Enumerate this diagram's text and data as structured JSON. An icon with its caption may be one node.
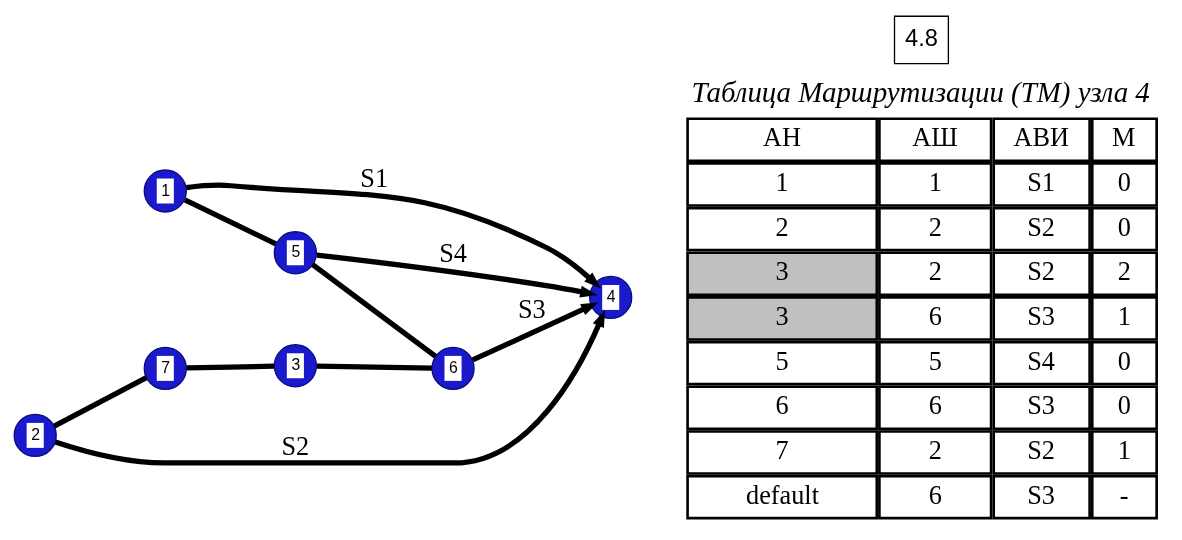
{
  "diagram": {
    "nodes": [
      {
        "text": [
          "1"
        ]
      },
      {
        "text": [
          "2"
        ]
      },
      {
        "text": [
          "3"
        ]
      },
      {
        "text": [
          "4"
        ]
      },
      {
        "text": [
          "5"
        ]
      },
      {
        "text": [
          "6"
        ]
      },
      {
        "text": [
          "7"
        ]
      }
    ],
    "edges": [
      {
        "from": 0,
        "to": 3,
        "arrow": "to",
        "label": "S1"
      },
      {
        "from": 1,
        "to": 3,
        "arrow": "to",
        "label": "S2"
      },
      {
        "from": 5,
        "to": 3,
        "arrow": "to",
        "label": "S3"
      },
      {
        "from": 4,
        "to": 3,
        "arrow": "to",
        "label": "S4"
      },
      {
        "from": 0,
        "to": 4,
        "arrow": "none"
      },
      {
        "from": 1,
        "to": 6,
        "arrow": "none"
      },
      {
        "from": 6,
        "to": 2,
        "arrow": "none"
      },
      {
        "from": 2,
        "to": 5,
        "arrow": "none"
      },
      {
        "from": 4,
        "to": 5,
        "arrow": "none"
      }
    ],
    "labels": [
      "Таблица Маршрутизации (ТМ) узла 4",
      "АН",
      "АШ",
      "АВИ",
      "М",
      "1",
      "1",
      "S1",
      "0",
      "2",
      "2",
      "S2",
      "0",
      "3",
      "2",
      "S2",
      "2",
      "3",
      "6",
      "S3",
      "1",
      "5",
      "5",
      "S4",
      "0",
      "6",
      "6",
      "S3",
      "0",
      "7",
      "2",
      "S2",
      "1",
      "default",
      "6",
      "S3",
      "-",
      "4.8"
    ]
  }
}
